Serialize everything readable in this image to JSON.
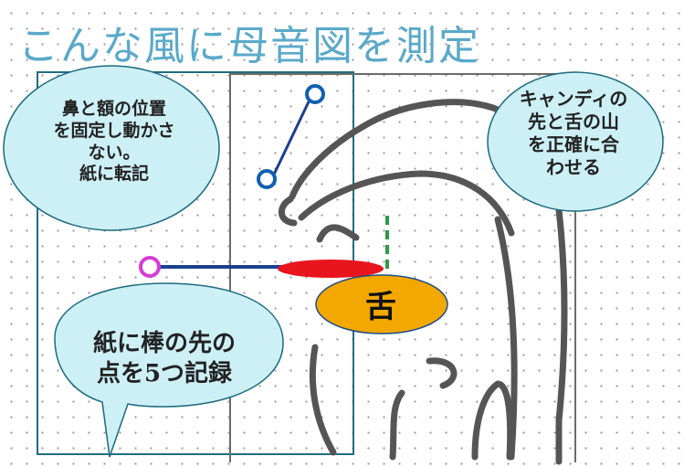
{
  "title": "こんな風に母音図を測定",
  "bubbles": {
    "fix_head": "鼻と額の位置\nを固定し動かさ\nない。\n紙に転記",
    "candy": "キャンディの\n先と舌の山\nを正確に合\nわせる",
    "record": "紙に棒の先の\n点を5つ記録"
  },
  "tongue_label": "舌",
  "colors": {
    "title": "#5aa9c9",
    "bubble_fill": "#cdf0f6",
    "tongue_fill": "#f2a800",
    "candy_red": "#e8141e",
    "stick_blue": "#1c3f8f",
    "marker_magenta": "#d63cd6",
    "dashed_green": "#2c9a47"
  }
}
